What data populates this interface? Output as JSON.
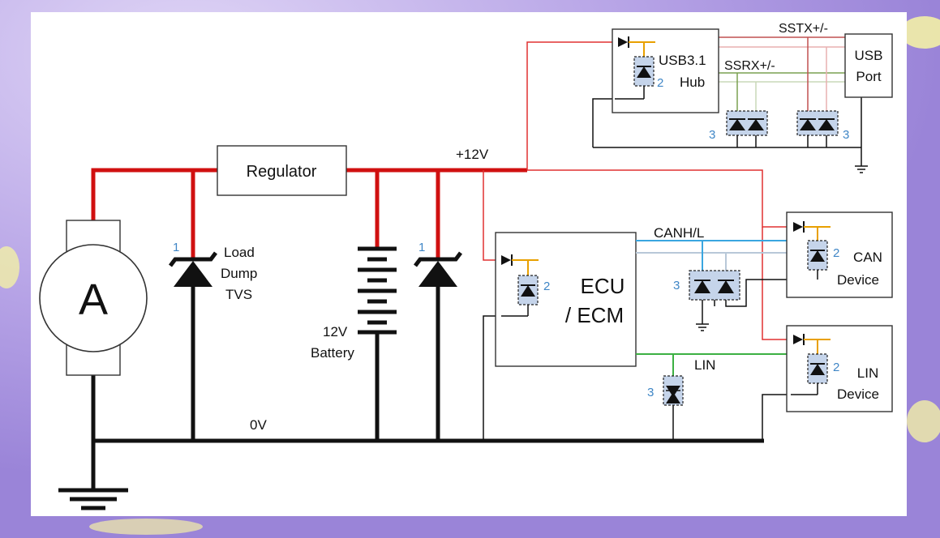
{
  "colors": {
    "background": "#b9a9e6",
    "panel": "#ffffff",
    "power_wire": "#d01010",
    "ground_wire": "#111111",
    "can_high": "#3aa6e0",
    "can_low": "#b8c8d8",
    "lin": "#3cb043",
    "superspeed_tx": "#e08080",
    "superspeed_rx": "#7aa050",
    "tvs_fill": "#c5d4ea",
    "index_label": "#3f86c6"
  },
  "components": {
    "alternator": {
      "letter": "A",
      "icon": "alternator-motor-icon"
    },
    "regulator": {
      "label": "Regulator"
    },
    "load_dump_tvs": {
      "line1": "Load",
      "line2": "Dump",
      "line3": "TVS",
      "index": "1"
    },
    "battery": {
      "line1": "12V",
      "line2": "Battery"
    },
    "tvs_right": {
      "index": "1"
    },
    "ecu": {
      "line1": "ECU",
      "line2": "/ ECM",
      "tvs_index": "2"
    },
    "usb_hub": {
      "line1": "USB3.1",
      "line2": "Hub",
      "tvs_index": "2"
    },
    "usb_port": {
      "line1": "USB",
      "line2": "Port"
    },
    "can_device": {
      "line1": "CAN",
      "line2": "Device",
      "tvs_index": "2"
    },
    "lin_device": {
      "line1": "LIN",
      "line2": "Device",
      "tvs_index": "2"
    }
  },
  "nets": {
    "supply": "+12V",
    "ground": "0V",
    "can": "CANH/L",
    "lin": "LIN",
    "sstx": "SSTX+/-",
    "ssrx": "SSRX+/-"
  },
  "tvs_arrays": {
    "usb_left_index": "3",
    "usb_right_index": "3",
    "can_index": "3",
    "lin_index": "3"
  }
}
